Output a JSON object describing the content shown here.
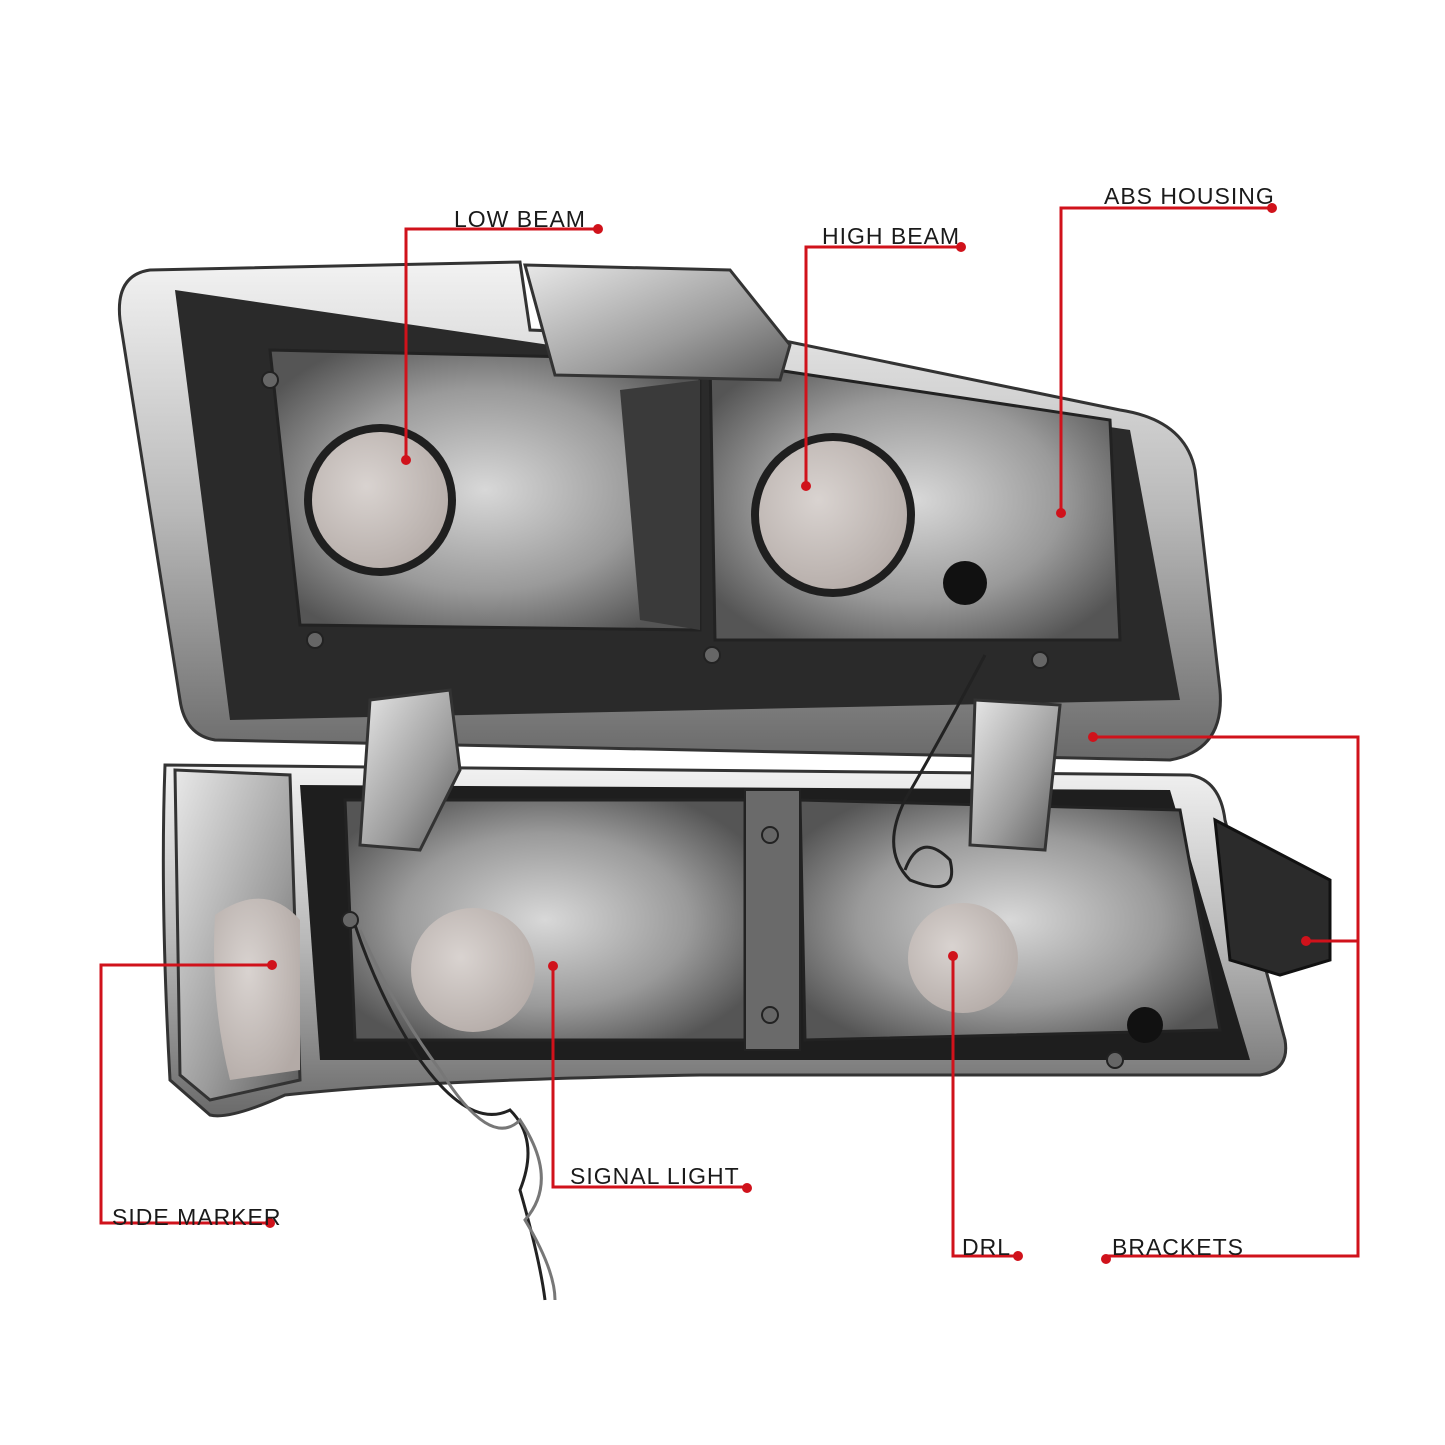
{
  "callouts": [
    {
      "id": "low-beam",
      "label": "LOW BEAM"
    },
    {
      "id": "high-beam",
      "label": "HIGH BEAM"
    },
    {
      "id": "abs-housing",
      "label": "ABS HOUSING"
    },
    {
      "id": "side-marker",
      "label": "SIDE MARKER"
    },
    {
      "id": "signal-light",
      "label": "SIGNAL LIGHT"
    },
    {
      "id": "drl",
      "label": "DRL"
    },
    {
      "id": "brackets",
      "label": "BRACKETS"
    }
  ],
  "colors": {
    "callout_line": "#d0121b",
    "label_text": "#1a1a1a",
    "background": "#ffffff"
  }
}
